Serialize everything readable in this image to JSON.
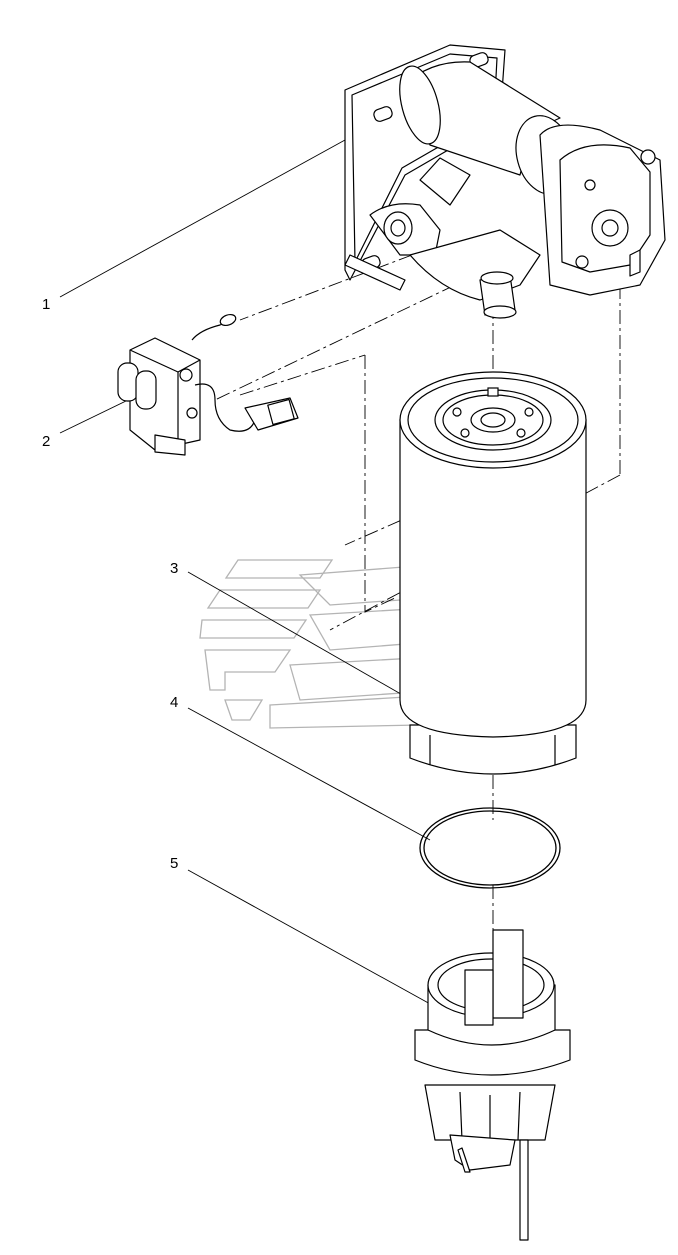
{
  "callouts": {
    "c1": "1",
    "c2": "2",
    "c3": "3",
    "c4": "4",
    "c5": "5"
  },
  "colors": {
    "line": "#000000",
    "watermark": "#b4b4b4",
    "background": "#ffffff"
  }
}
